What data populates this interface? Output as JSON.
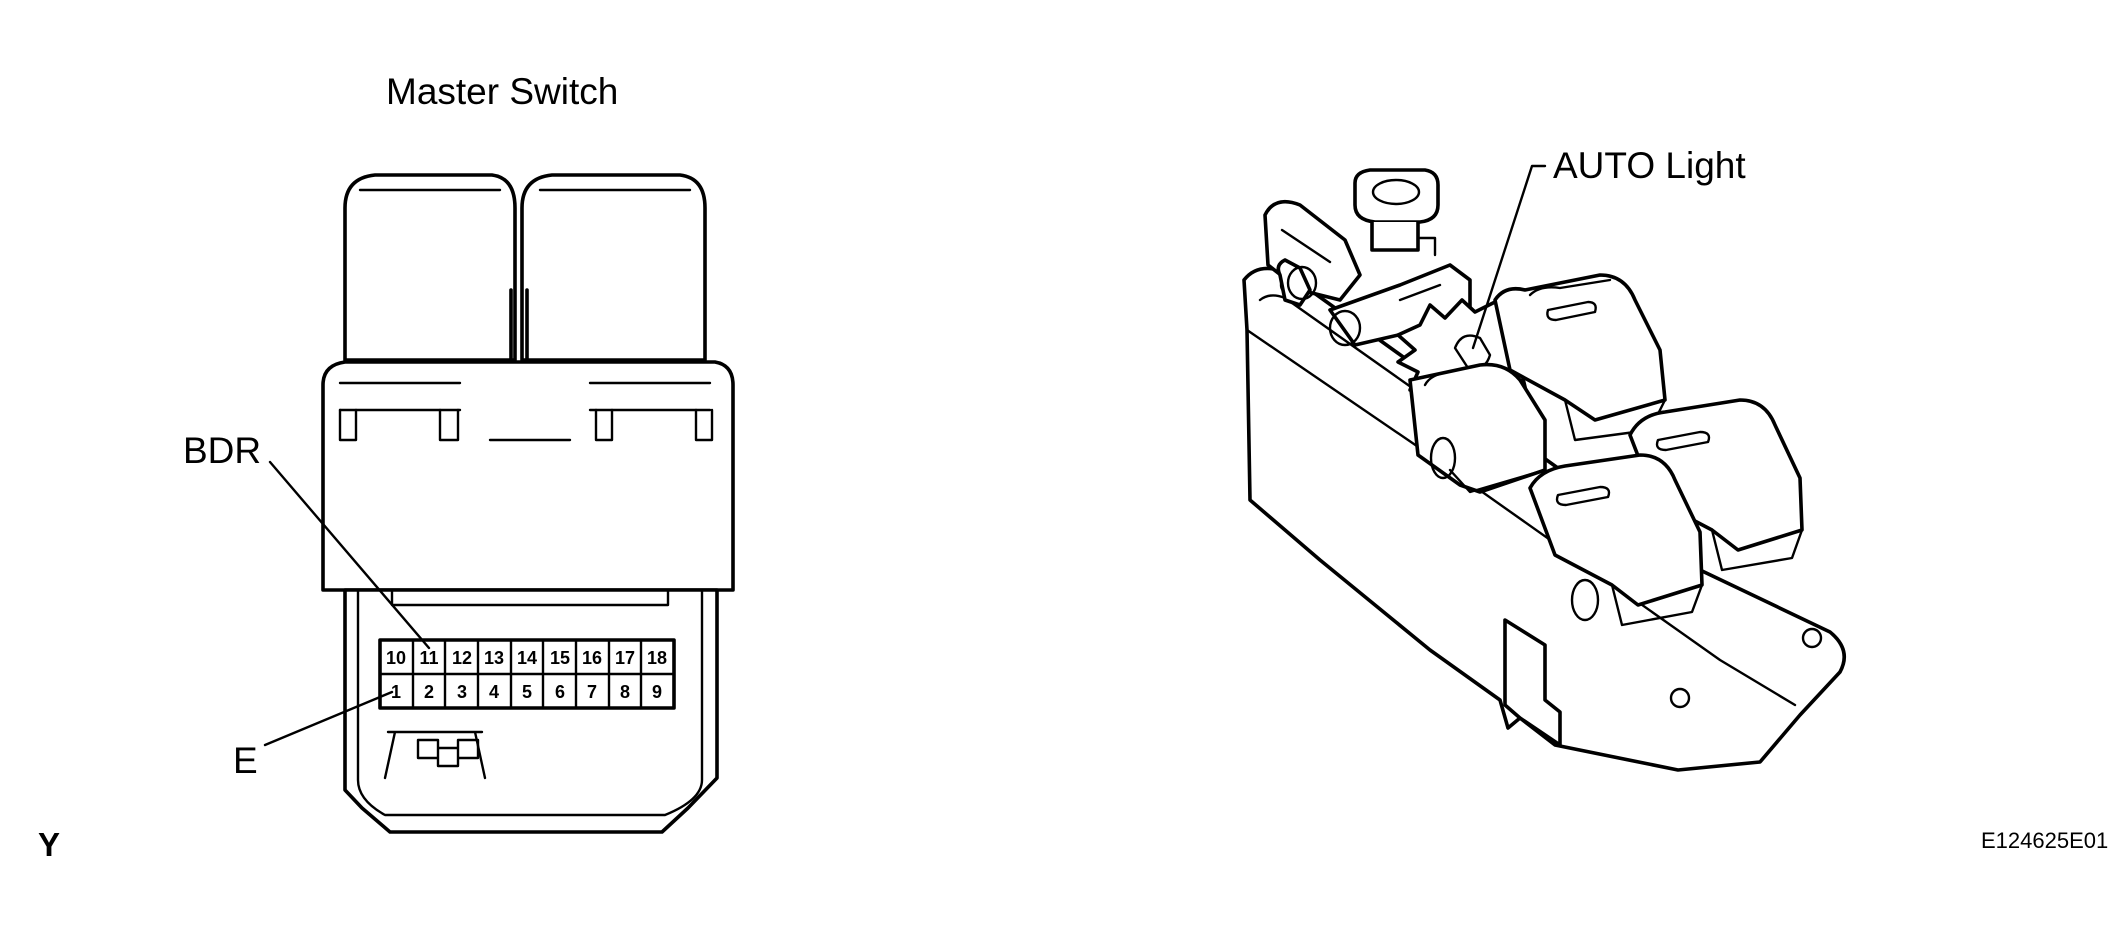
{
  "labels": {
    "title": "Master Switch",
    "bdr": "BDR",
    "e": "E",
    "auto_light": "AUTO Light",
    "corner_mark": "Y",
    "figure_code": "E124625E01"
  },
  "connector": {
    "top_row": [
      "10",
      "11",
      "12",
      "13",
      "14",
      "15",
      "16",
      "17",
      "18"
    ],
    "bottom_row": [
      "1",
      "2",
      "3",
      "4",
      "5",
      "6",
      "7",
      "8",
      "9"
    ]
  }
}
